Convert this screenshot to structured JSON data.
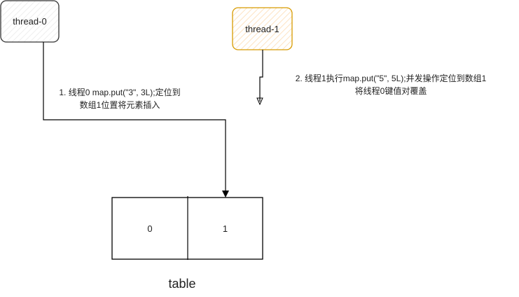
{
  "nodes": {
    "thread0": "thread-0",
    "thread1": "thread-1"
  },
  "edges": {
    "step1_line1": "1. 线程0 map.put(\"3\", 3L);定位到",
    "step1_line2": "数组1位置将元素插入",
    "step2_line1": "2. 线程1执行map.put(\"5\", 5L);并发操作定位到数组1",
    "step2_line2": "将线程0键值对覆盖"
  },
  "table": {
    "cells": [
      "0",
      "1"
    ],
    "label": "table"
  },
  "colors": {
    "thread0_border": "#333333",
    "thread1_border": "#d79b00",
    "thread1_fill": "#ffe6cc"
  }
}
